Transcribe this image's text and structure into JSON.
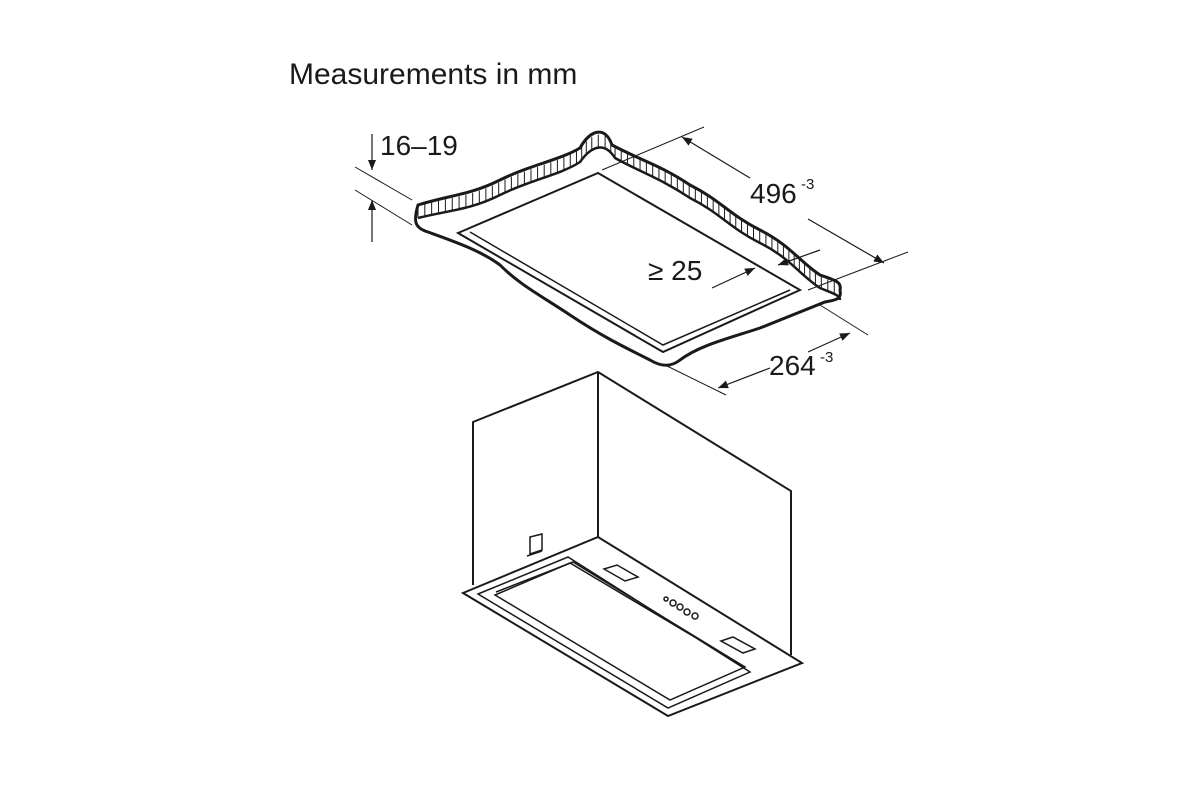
{
  "title": "Measurements in mm",
  "dimensions": {
    "thickness": "16–19",
    "width": "496",
    "width_tolerance": "-3",
    "depth": "264",
    "depth_tolerance": "-3",
    "min_edge": "≥ 25"
  },
  "colors": {
    "line": "#1a1a1a",
    "background": "#ffffff"
  }
}
